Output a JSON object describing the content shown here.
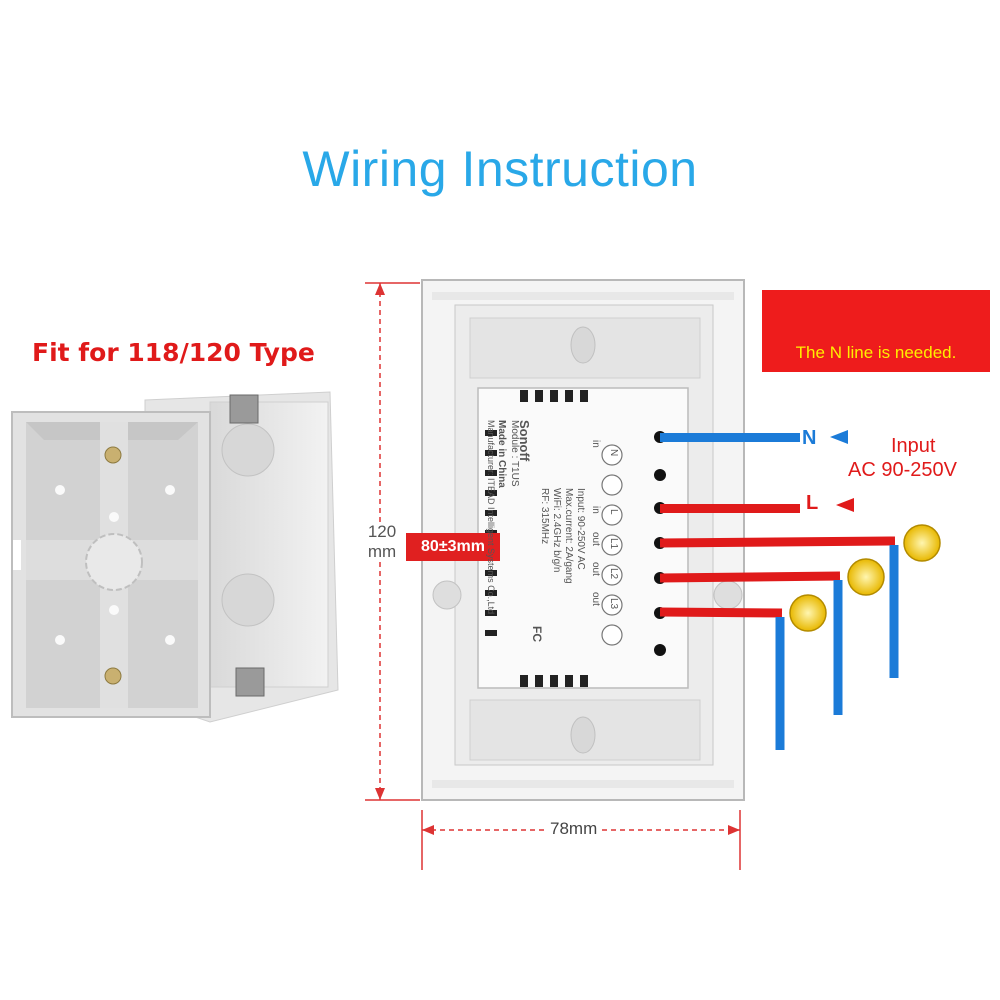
{
  "title": "Wiring Instruction",
  "fit_label": "Fit for 118/120 Type",
  "warning": {
    "text": "The N line is needed.",
    "symbol": "!"
  },
  "dimensions": {
    "height": "120\nmm",
    "inner": "80±3mm",
    "width": "78mm"
  },
  "wires": {
    "n_label": "N",
    "l_label": "L",
    "input_label": "Input",
    "input_voltage": "AC 90-250V"
  },
  "module": {
    "brand": "Sonoff",
    "model": "Module : T1US",
    "made_in": "Made in China",
    "manufacturer": "Manufacturer: ITEAD Intelligent Systems Co.,Ltd",
    "specs": [
      "Input: 90-250V AC",
      "Max.current: 2A/gang",
      "WiFi: 2.4GHz b/g/n",
      "RF: 315MHz"
    ],
    "cert": "FC",
    "terminals": [
      "N",
      "L",
      "L1",
      "L2",
      "L3"
    ],
    "terminal_labels": [
      "in",
      "in",
      "out",
      "out",
      "out"
    ]
  },
  "colors": {
    "title": "#29a8e8",
    "warning_bg": "#ee1c1c",
    "warning_text": "#ffee00",
    "live_wire": "#e01a1a",
    "neutral_wire": "#1b7bd8"
  }
}
